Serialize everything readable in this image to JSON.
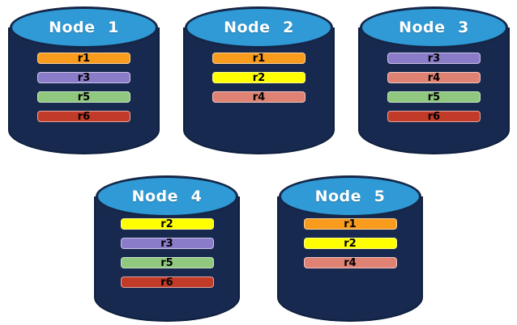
{
  "diagram": {
    "description": "Five database node cylinders holding replica bars",
    "background": "#FFFFFF"
  },
  "colors": {
    "background": "#FFFFFF",
    "cylinder_body": "#17294E",
    "cylinder_outline": "#0E1F3E",
    "cylinder_top": "#2F9AD6",
    "cylinder_top_outline": "#152647",
    "node_title_text": "#FFFFFF",
    "bar_label_text": "#000000"
  },
  "replica_colors": {
    "r1": "#F99B1C",
    "r2": "#FFFF00",
    "r3": "#8A7CC8",
    "r4": "#DF8274",
    "r5": "#8FC87E",
    "r6": "#C23A28"
  },
  "nodes": [
    {
      "label": "Node 1",
      "row": 1,
      "replicas": [
        "r1",
        "r3",
        "r5",
        "r6"
      ]
    },
    {
      "label": "Node 2",
      "row": 1,
      "replicas": [
        "r1",
        "r2",
        "r4"
      ]
    },
    {
      "label": "Node 3",
      "row": 1,
      "replicas": [
        "r3",
        "r4",
        "r5",
        "r6"
      ]
    },
    {
      "label": "Node 4",
      "row": 2,
      "replicas": [
        "r2",
        "r3",
        "r5",
        "r6"
      ]
    },
    {
      "label": "Node 5",
      "row": 2,
      "replicas": [
        "r1",
        "r2",
        "r4"
      ]
    }
  ]
}
